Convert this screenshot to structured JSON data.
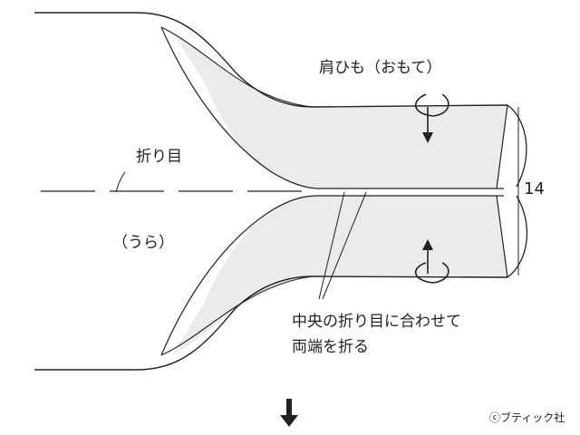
{
  "labels": {
    "strap_front": "肩ひも（おもて）",
    "fold_line": "折り目",
    "back_side": "（うら）",
    "width_value": "14",
    "instruction_line1": "中央の折り目に合わせて",
    "instruction_line2": "両端を折る",
    "copyright": "ⓒブティック社"
  },
  "colors": {
    "line": "#222222",
    "fill": "#ebebeb"
  },
  "icons": {
    "rotate_top": "rotate-arrow-icon",
    "rotate_bottom": "rotate-arrow-icon",
    "next_step": "arrow-down-icon"
  }
}
